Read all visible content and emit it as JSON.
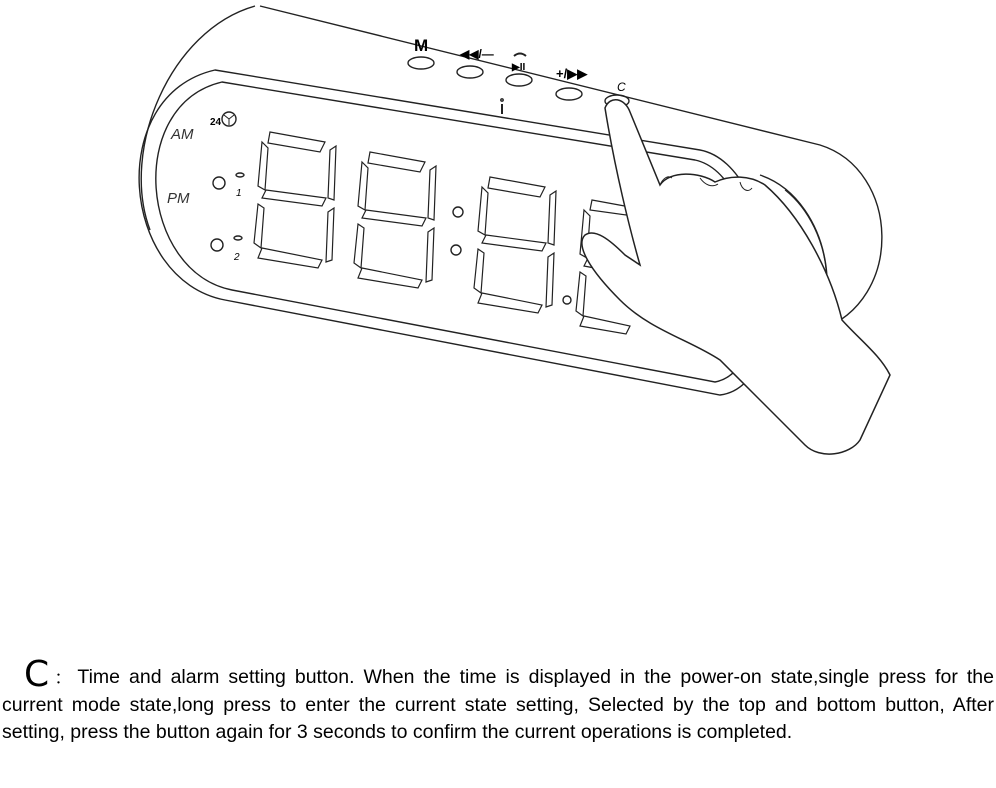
{
  "figure": {
    "buttons": {
      "m": "M",
      "prev_vol": "◀◀/—",
      "play": "▶II",
      "next_vol": "+/▶▶",
      "c": "C"
    },
    "indicators": {
      "am": "AM",
      "pm": "PM",
      "mode_24": "24",
      "alarm1": "1",
      "alarm2": "2"
    },
    "icons": [
      "clock-icon",
      "alarm-clock-icon",
      "phone-icon",
      "microphone-icon",
      "hand-icon"
    ]
  },
  "caption": {
    "key": "C",
    "separator": "：",
    "text": "Time and alarm setting button. When the time is displayed in the power-on state,single press for the current mode state,long press to enter the current state setting, Selected by the top and bottom button, After setting, press the button again for 3 seconds to confirm the current operations is completed."
  }
}
